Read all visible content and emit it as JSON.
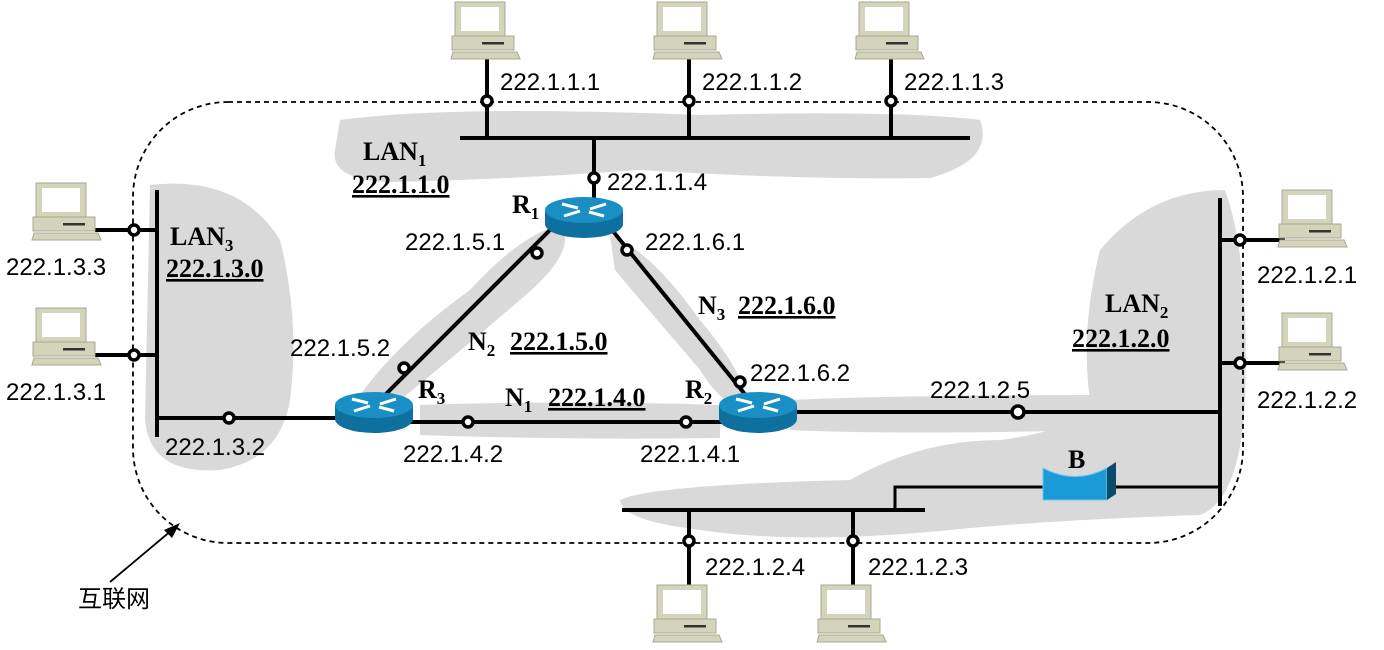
{
  "internet_label": "互联网",
  "lan1": {
    "name": "LAN",
    "sub": "1",
    "network": "222.1.1.0",
    "hosts": [
      "222.1.1.1",
      "222.1.1.2",
      "222.1.1.3"
    ],
    "router_port": "222.1.1.4"
  },
  "lan2": {
    "name": "LAN",
    "sub": "2",
    "network": "222.1.2.0",
    "hosts": [
      "222.1.2.1",
      "222.1.2.2",
      "222.1.2.3",
      "222.1.2.4"
    ],
    "router_port": "222.1.2.5"
  },
  "lan3": {
    "name": "LAN",
    "sub": "3",
    "network": "222.1.3.0",
    "hosts": [
      "222.1.3.3",
      "222.1.3.1"
    ],
    "router_port": "222.1.3.2"
  },
  "n1": {
    "name": "N",
    "sub": "1",
    "network": "222.1.4.0",
    "ports": [
      "222.1.4.2",
      "222.1.4.1"
    ]
  },
  "n2": {
    "name": "N",
    "sub": "2",
    "network": "222.1.5.0",
    "ports": [
      "222.1.5.1",
      "222.1.5.2"
    ]
  },
  "n3": {
    "name": "N",
    "sub": "3",
    "network": "222.1.6.0",
    "ports": [
      "222.1.6.1",
      "222.1.6.2"
    ]
  },
  "routers": [
    {
      "name": "R",
      "sub": "1"
    },
    {
      "name": "R",
      "sub": "2"
    },
    {
      "name": "R",
      "sub": "3"
    }
  ],
  "bridge": {
    "name": "B"
  },
  "colors": {
    "router": "#1a8fc4",
    "bridge": "#1a9ad6",
    "computer": "#d4d4bc",
    "region": "#d9d9d9"
  }
}
